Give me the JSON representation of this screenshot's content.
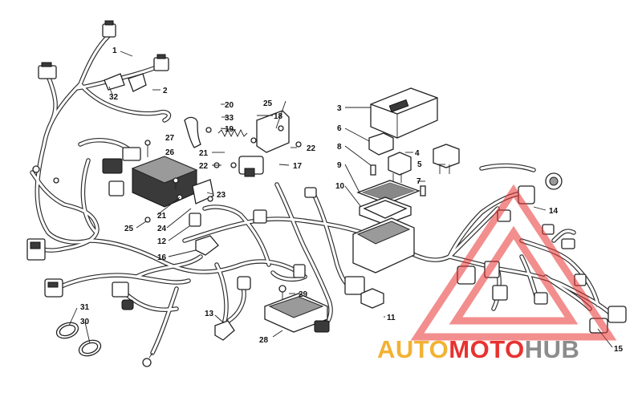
{
  "diagram": {
    "labels": [
      {
        "id": "1",
        "text": "1"
      },
      {
        "id": "2",
        "text": "2"
      },
      {
        "id": "3",
        "text": "3"
      },
      {
        "id": "4",
        "text": "4"
      },
      {
        "id": "5",
        "text": "5"
      },
      {
        "id": "6",
        "text": "6"
      },
      {
        "id": "7",
        "text": "7"
      },
      {
        "id": "8",
        "text": "8"
      },
      {
        "id": "9",
        "text": "9"
      },
      {
        "id": "10",
        "text": "10"
      },
      {
        "id": "11",
        "text": "11"
      },
      {
        "id": "12",
        "text": "12"
      },
      {
        "id": "13",
        "text": "13"
      },
      {
        "id": "14",
        "text": "14"
      },
      {
        "id": "15",
        "text": "15"
      },
      {
        "id": "16",
        "text": "16"
      },
      {
        "id": "17",
        "text": "17"
      },
      {
        "id": "18",
        "text": "18"
      },
      {
        "id": "19",
        "text": "19"
      },
      {
        "id": "20",
        "text": "20"
      },
      {
        "id": "21a",
        "text": "21"
      },
      {
        "id": "21b",
        "text": "21"
      },
      {
        "id": "22a",
        "text": "22"
      },
      {
        "id": "22b",
        "text": "22"
      },
      {
        "id": "23",
        "text": "23"
      },
      {
        "id": "24",
        "text": "24"
      },
      {
        "id": "25a",
        "text": "25"
      },
      {
        "id": "25b",
        "text": "25"
      },
      {
        "id": "26",
        "text": "26"
      },
      {
        "id": "27",
        "text": "27"
      },
      {
        "id": "28",
        "text": "28"
      },
      {
        "id": "29",
        "text": "29"
      },
      {
        "id": "30",
        "text": "30"
      },
      {
        "id": "31",
        "text": "31"
      },
      {
        "id": "32",
        "text": "32"
      },
      {
        "id": "33",
        "text": "33"
      }
    ]
  },
  "watermark": {
    "part1": "AUTO",
    "part2": "MOTO",
    "part3": "HUB",
    "color1": "#f2b233",
    "color2": "#e8322f",
    "color3": "#8c8c8c"
  }
}
